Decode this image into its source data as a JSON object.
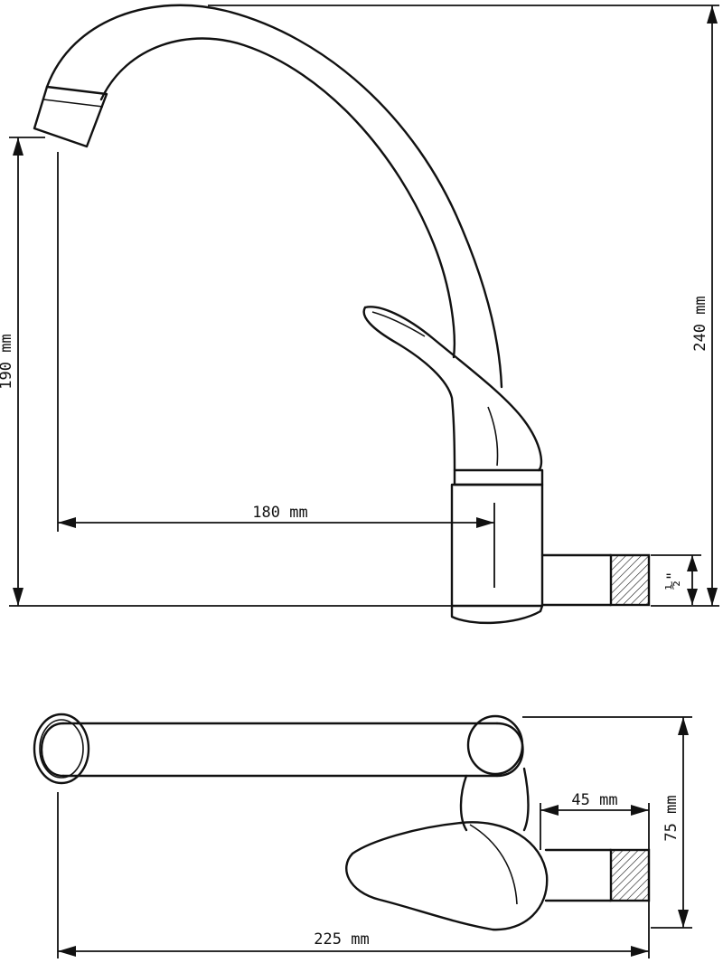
{
  "side_view": {
    "height_spout_label": "190 mm",
    "total_height_label": "240 mm",
    "reach_label": "180 mm",
    "thread_label": "½\""
  },
  "top_view": {
    "depth_label": "75 mm",
    "connector_label": "45 mm",
    "width_label": "225 mm"
  }
}
